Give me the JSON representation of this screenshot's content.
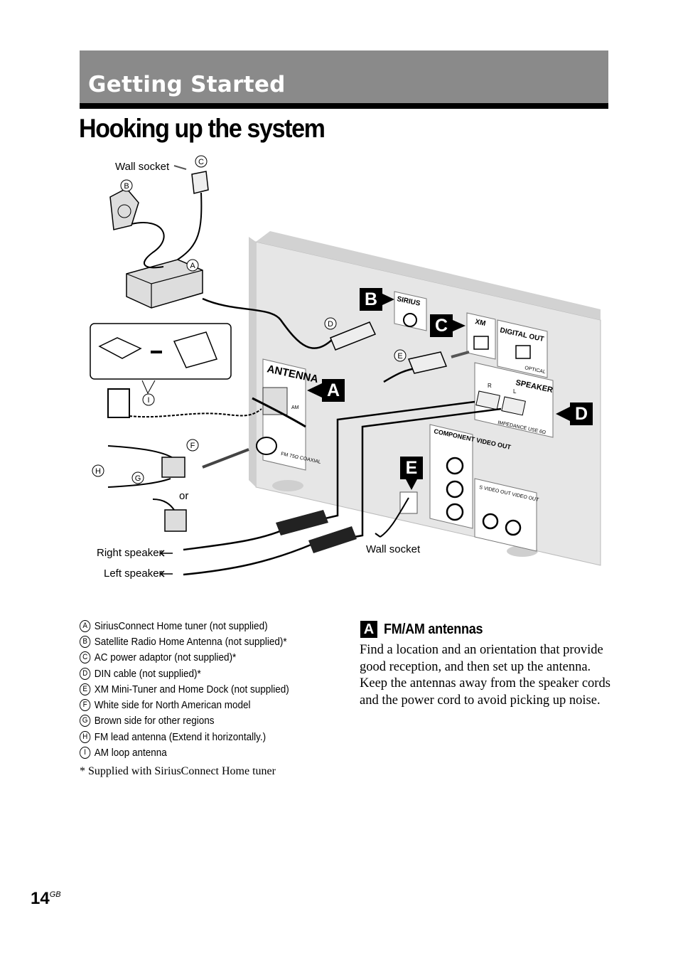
{
  "section": {
    "title": "Getting Started"
  },
  "page_title": "Hooking up the system",
  "diagram": {
    "labels": {
      "wall_socket_top": "Wall socket",
      "wall_socket_bottom": "Wall socket",
      "right_speaker": "Right speaker",
      "left_speaker": "Left speaker",
      "or": "or"
    },
    "callouts": {
      "a": "A",
      "b": "B",
      "c": "C",
      "d": "D",
      "e": "E",
      "f": "F",
      "g": "G",
      "h": "H",
      "i": "I"
    },
    "panel_badges": {
      "a": "A",
      "b": "B",
      "c": "C",
      "d": "D",
      "e": "E"
    },
    "panel_labels": {
      "antenna": "ANTENNA",
      "am": "AM",
      "fm": "FM 75Ω COAXIAL",
      "sirius": "SIRIUS",
      "xm": "XM",
      "digital_out": "DIGITAL OUT",
      "optical": "OPTICAL",
      "speaker": "SPEAKER",
      "speaker_r": "R",
      "speaker_l": "L",
      "impedance": "IMPEDANCE USE 6Ω",
      "component": "COMPONENT VIDEO OUT",
      "s_video": "S VIDEO OUT",
      "video_out": "VIDEO OUT"
    }
  },
  "legend": [
    {
      "key": "A",
      "text": "SiriusConnect Home tuner (not supplied)"
    },
    {
      "key": "B",
      "text": "Satellite Radio Home Antenna (not supplied)*"
    },
    {
      "key": "C",
      "text": "AC power adaptor (not supplied)*"
    },
    {
      "key": "D",
      "text": "DIN cable (not supplied)*"
    },
    {
      "key": "E",
      "text": "XM Mini-Tuner and Home Dock (not supplied)"
    },
    {
      "key": "F",
      "text": "White side for North American model"
    },
    {
      "key": "G",
      "text": "Brown side for other regions"
    },
    {
      "key": "H",
      "text": "FM lead antenna (Extend it horizontally.)"
    },
    {
      "key": "I",
      "text": "AM loop antenna"
    }
  ],
  "footnote": "*  Supplied with SiriusConnect Home tuner",
  "subsection": {
    "badge": "A",
    "title": "FM/AM antennas",
    "paragraphs": [
      "Find a location and an orientation that provide good reception, and then set up the antenna.",
      "Keep the antennas away from the speaker cords and the power cord to avoid picking up noise."
    ]
  },
  "page_number": {
    "number": "14",
    "suffix": "GB"
  }
}
